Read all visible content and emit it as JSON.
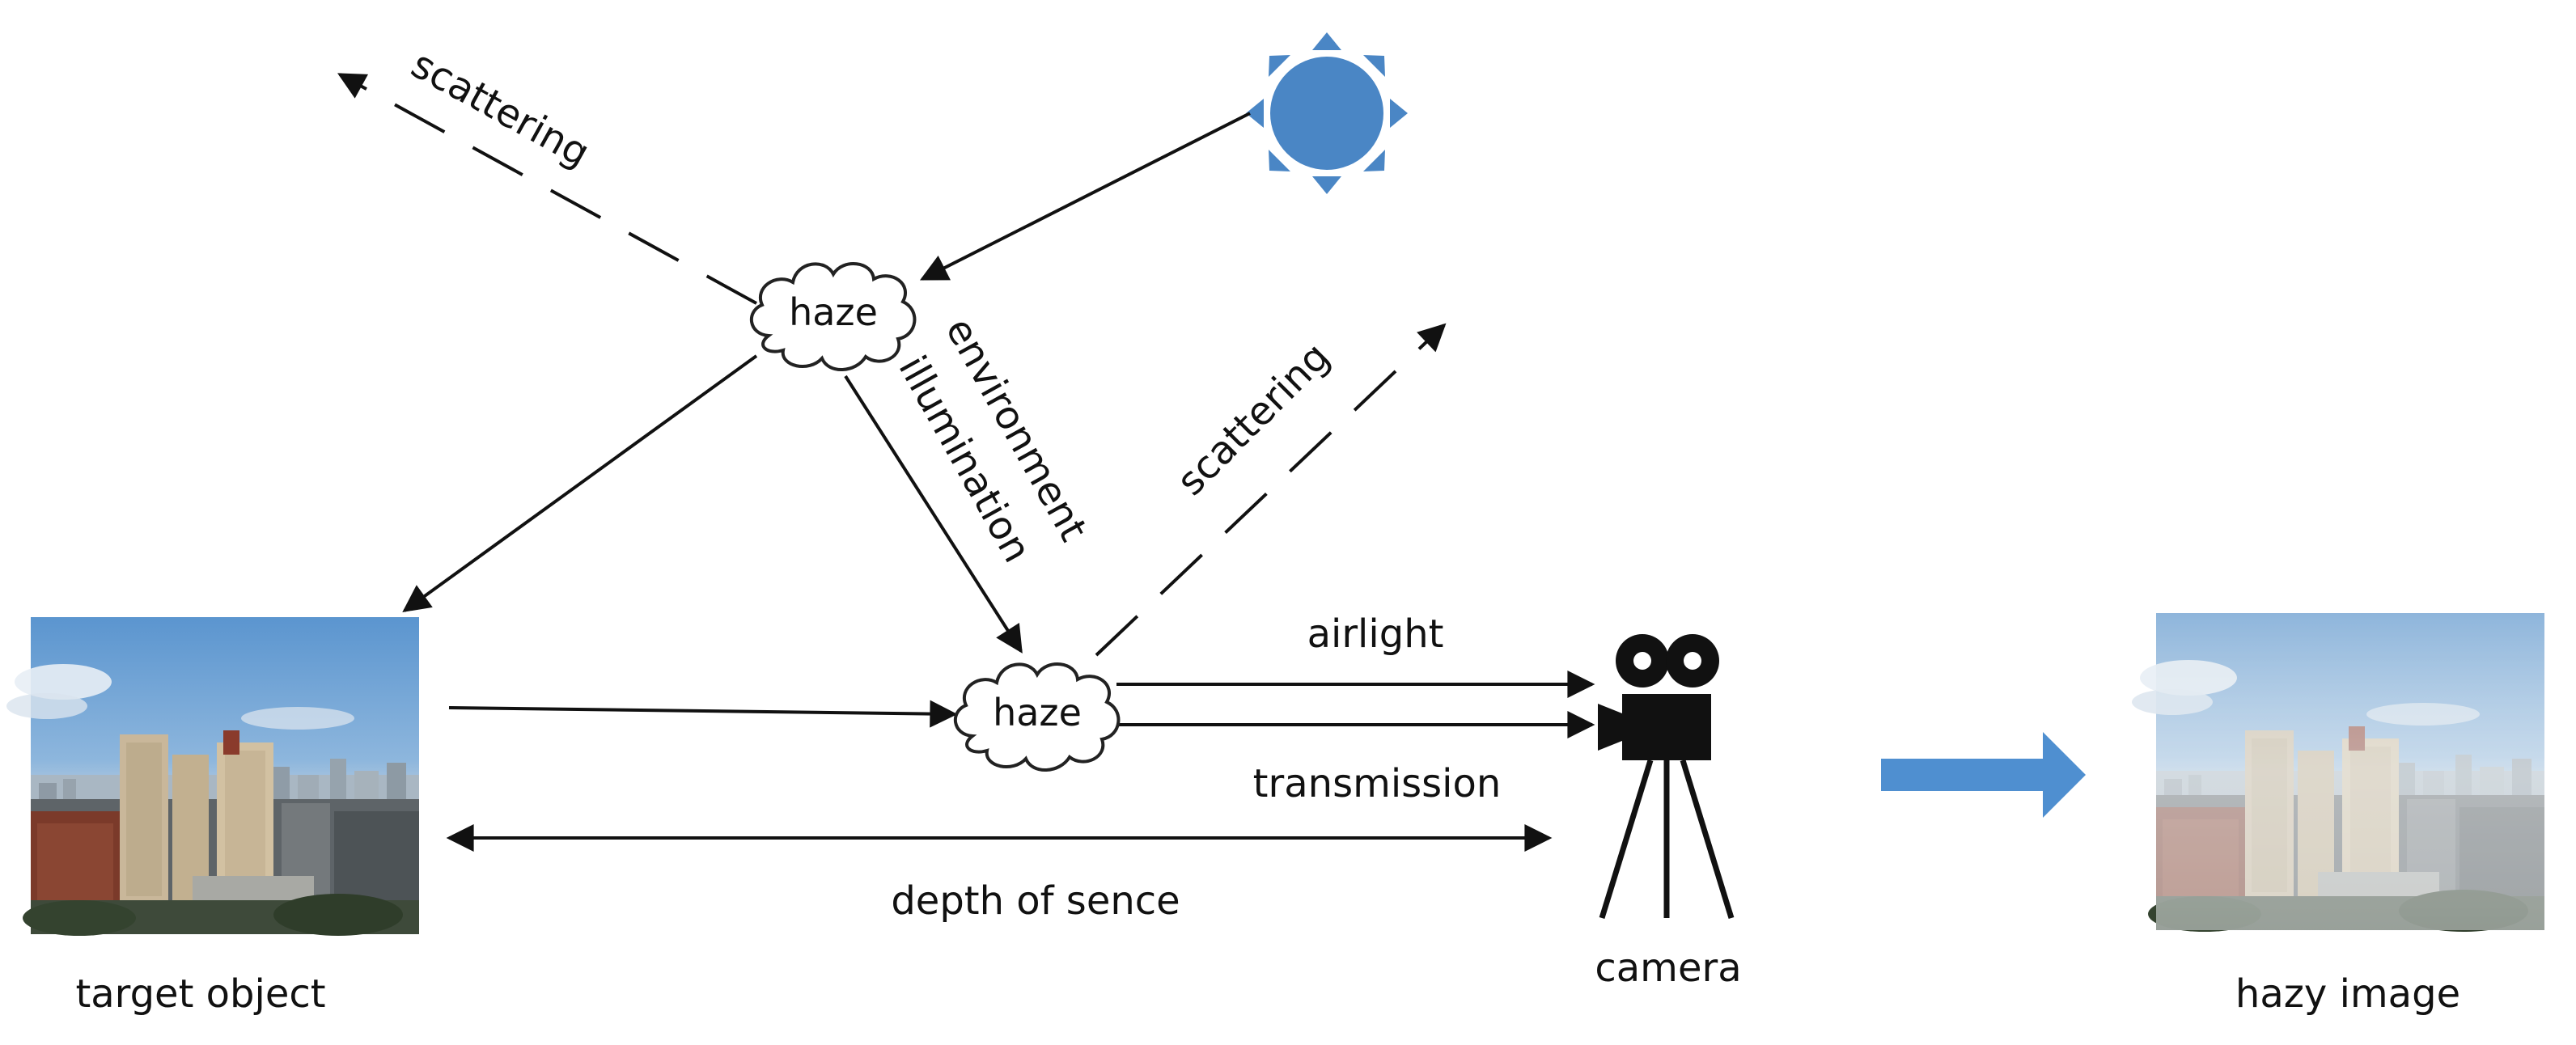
{
  "labels": {
    "scattering_top": "scattering",
    "scattering_mid": "scattering",
    "haze_top": "haze",
    "haze_mid": "haze",
    "environment": "environment",
    "illumination": "illumination",
    "airlight": "airlight",
    "transmission": "transmission",
    "depth": "depth of sence",
    "target_object": "target object",
    "camera": "camera",
    "hazy_image": "hazy image"
  },
  "icons": {
    "sun": "sun-icon",
    "camera": "movie-camera-icon",
    "cloud": "cloud-icon",
    "arrow": "block-arrow-right-icon"
  },
  "colors": {
    "sun": "#4a86c5",
    "big_arrow": "#4f8fd0",
    "line": "#111111"
  }
}
